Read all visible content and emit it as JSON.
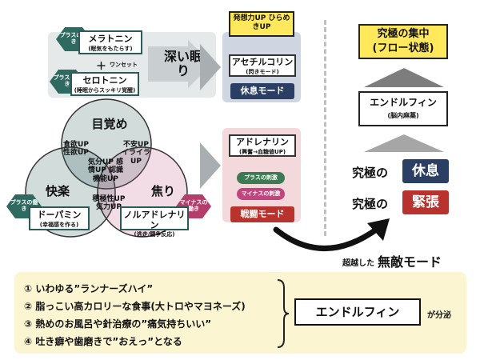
{
  "sleep": {
    "melatonin_tag": "プラスの働き",
    "melatonin_name": "メラトニン",
    "melatonin_sub": "(眠気をもたらす)",
    "plus_set": "ワンセット",
    "serotonin_tag": "プラスの働き",
    "serotonin_name": "セロトニン",
    "serotonin_sub": "(睡眠からスッキリ覚醒)",
    "deep_sleep": "深い眠り"
  },
  "venn": {
    "top_label": "目覚め",
    "left_label": "快楽",
    "right_label": "焦り",
    "top_left": "食欲UP 性欲UP",
    "top_right": "不安UP イライラUP",
    "center": "気分UP 感情UP 認識機能UP",
    "bottom": "積極性UP 気力UP",
    "dopamine_tag": "プラスの働き",
    "dopamine_name": "ドーパミン",
    "dopamine_sub": "(幸福感を作る)",
    "noradrenaline_tag": "マイナスの働き",
    "noradrenaline_name": "ノルアドレナリン",
    "noradrenaline_sub": "(逃走/闘争反応)"
  },
  "rest_mode": {
    "ideas": "発想力UP ひらめきUP",
    "acetylcholine": "アセチルコリン",
    "acetylcholine_sub": "(閃きモード)",
    "label": "休息モード"
  },
  "fight_mode": {
    "adrenaline": "アドレナリン",
    "adrenaline_sub": "(興奮→血糖値UP)",
    "plus": "プラスの刺激",
    "minus": "マイナスの刺激",
    "label": "戦闘モード"
  },
  "ultimate": {
    "focus_line1": "究極の集中",
    "focus_line2": "(フロー状態)",
    "endorphin": "エンドルフィン",
    "endorphin_sub": "(脳内麻薬)",
    "rest_prefix": "究極の",
    "rest_word": "休息",
    "tension_prefix": "究極の",
    "tension_word": "緊張",
    "invincible_prefix": "超越した",
    "invincible_word": "無敵モード"
  },
  "causes": {
    "items": [
      "① いわゆる”ランナーズハイ”",
      "② 脂っこい高カロリーな食事(大トロやマヨネーズ)",
      "③ 熱めのお風呂や針治療の”痛気持ちいい”",
      "④ 吐き癖や歯磨きで”おえっ”となる"
    ],
    "endorphin": "エンドルフィン",
    "secreted": "が分泌"
  },
  "colors": {
    "teal": "#2a5b58",
    "navy": "#2a3f63",
    "red": "#b8322e",
    "yellow": "#ffe85c"
  }
}
